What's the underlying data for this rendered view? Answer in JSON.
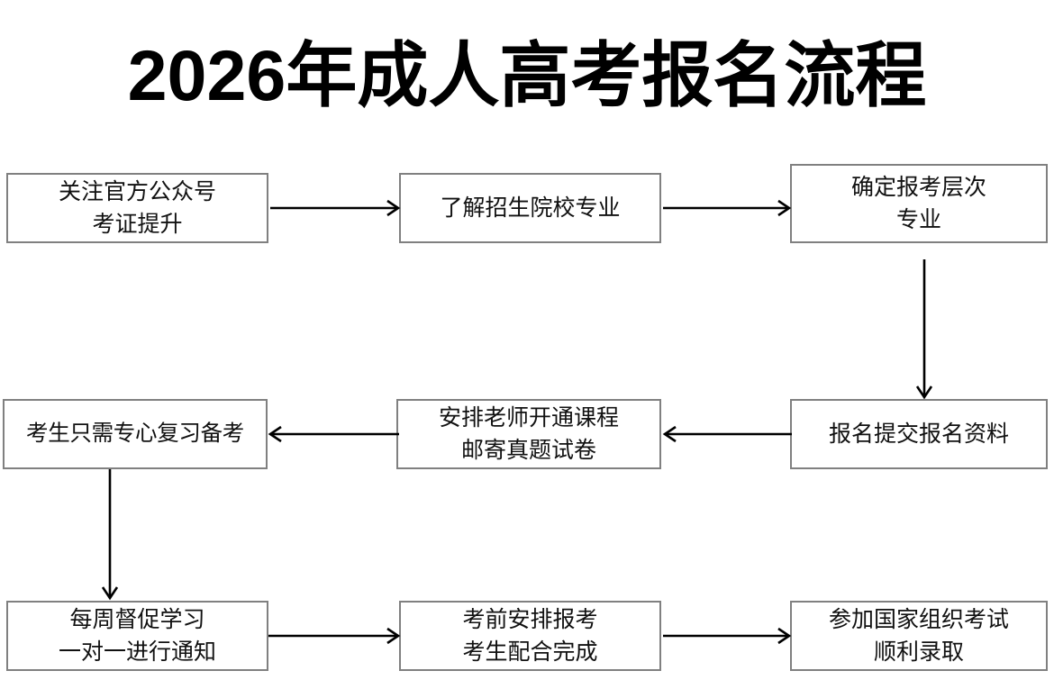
{
  "title": "2026年成人高考报名流程",
  "theme": {
    "background": "#ffffff",
    "box_border": "#808080",
    "box_fill": "#ffffff",
    "text": "#111111",
    "title_color": "#000000",
    "arrow_color": "#000000"
  },
  "nodes": [
    {
      "id": "node-1",
      "lines": [
        "关注官方公众号",
        "考证提升"
      ]
    },
    {
      "id": "node-2",
      "lines": [
        "了解招生院校专业"
      ]
    },
    {
      "id": "node-3",
      "lines": [
        "确定报考层次",
        "专业"
      ]
    },
    {
      "id": "node-4",
      "lines": [
        "考生只需专心复习备考"
      ]
    },
    {
      "id": "node-5",
      "lines": [
        "安排老师开通课程",
        "邮寄真题试卷"
      ]
    },
    {
      "id": "node-6",
      "lines": [
        "报名提交报名资料"
      ]
    },
    {
      "id": "node-7",
      "lines": [
        "每周督促学习",
        "一对一进行通知"
      ]
    },
    {
      "id": "node-8",
      "lines": [
        "考前安排报考",
        "考生配合完成"
      ]
    },
    {
      "id": "node-9",
      "lines": [
        "参加国家组织考试",
        "顺利录取"
      ]
    }
  ],
  "connectors": [
    {
      "id": "arrow-h1",
      "from": "node-1",
      "to": "node-2",
      "direction": "right"
    },
    {
      "id": "arrow-h2",
      "from": "node-2",
      "to": "node-3",
      "direction": "right"
    },
    {
      "id": "arrow-v1",
      "from": "node-3",
      "to": "node-6",
      "direction": "down"
    },
    {
      "id": "arrow-h3",
      "from": "node-6",
      "to": "node-5",
      "direction": "left"
    },
    {
      "id": "arrow-h4",
      "from": "node-5",
      "to": "node-4",
      "direction": "left"
    },
    {
      "id": "arrow-v2",
      "from": "node-4",
      "to": "node-7",
      "direction": "down"
    },
    {
      "id": "arrow-h5",
      "from": "node-7",
      "to": "node-8",
      "direction": "right"
    },
    {
      "id": "arrow-h6",
      "from": "node-8",
      "to": "node-9",
      "direction": "right"
    }
  ]
}
